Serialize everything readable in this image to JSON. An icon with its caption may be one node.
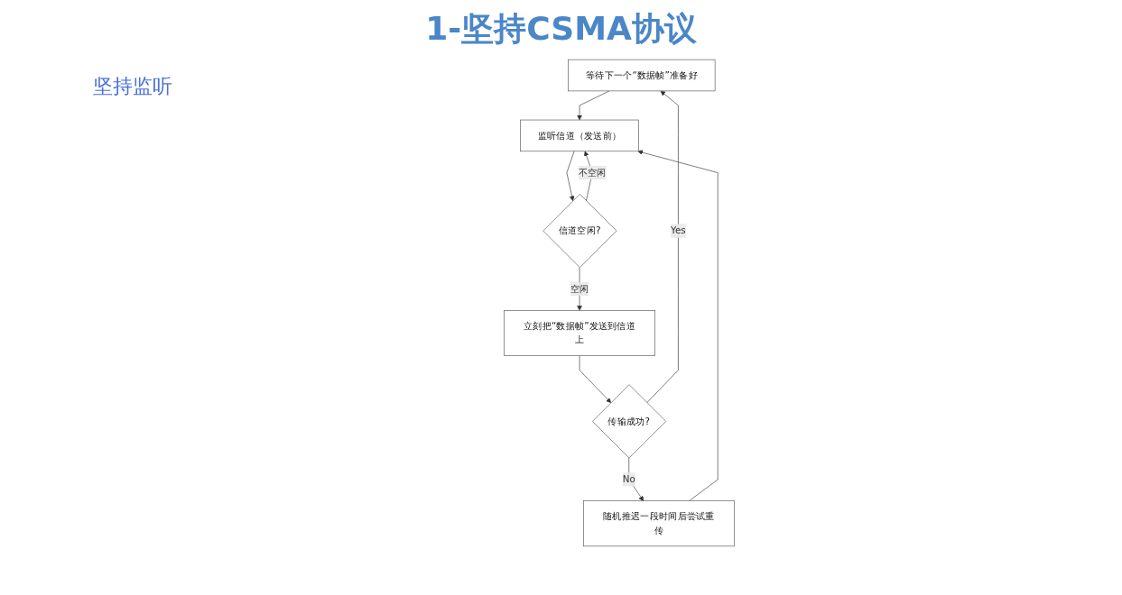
{
  "diagram": {
    "title": "1-坚持CSMA协议",
    "nodes": [
      {
        "text": [
          "等待下一个“数据帧”准备好"
        ]
      },
      {
        "text": [
          "监听信道（发送前）"
        ]
      },
      {
        "text": [
          "信道空闲?"
        ]
      },
      {
        "text": [
          "立刻把“数据帧”发送到信道上"
        ]
      },
      {
        "text": [
          "传输成功?"
        ]
      },
      {
        "text": [
          "随机推迟一段时间后尝试重传"
        ]
      }
    ],
    "edges": [
      {
        "from": 0,
        "to": 1,
        "arrow": "to"
      },
      {
        "from": 1,
        "to": 2,
        "arrow": "to"
      },
      {
        "from": 2,
        "to": 1,
        "arrow": "to",
        "label": "不空闲"
      },
      {
        "from": 2,
        "to": 3,
        "arrow": "to",
        "label": "空闲"
      },
      {
        "from": 3,
        "to": 4,
        "arrow": "to"
      },
      {
        "from": 4,
        "to": 0,
        "arrow": "to",
        "label": "Yes"
      },
      {
        "from": 4,
        "to": 5,
        "arrow": "to",
        "label": "No"
      },
      {
        "from": 5,
        "to": 1,
        "arrow": "to"
      }
    ],
    "labels": [
      "坚持监听"
    ]
  }
}
